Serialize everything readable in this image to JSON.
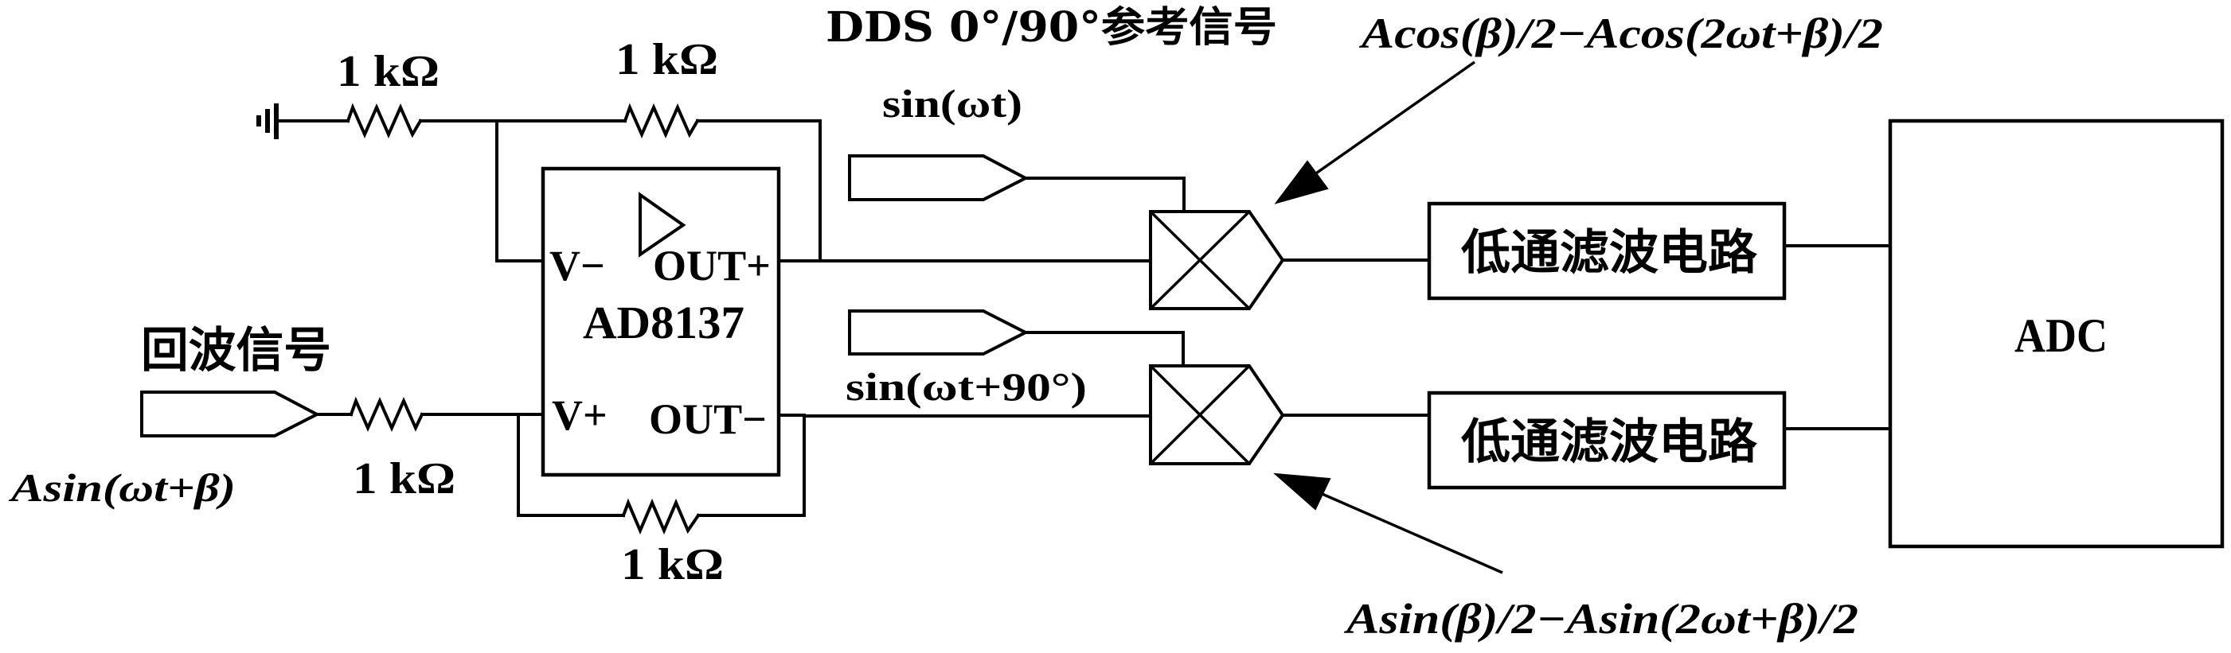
{
  "figure": {
    "type": "circuit-block-diagram",
    "description": "Quadrature demodulation front-end: differential amplifier, two mixers, two low-pass filters, ADC"
  },
  "title": {
    "dds_reference": "DDS 0°/90°参考信号"
  },
  "input": {
    "label": "回波信号",
    "signal": "Asin(ωt+β)"
  },
  "resistors": [
    {
      "id": "r_ground",
      "value": "1 kΩ"
    },
    {
      "id": "r_feedback_top",
      "value": "1 kΩ"
    },
    {
      "id": "r_input",
      "value": "1 kΩ"
    },
    {
      "id": "r_feedback_bottom",
      "value": "1 kΩ"
    }
  ],
  "amplifier": {
    "part": "AD8137",
    "pins": {
      "v_minus": "V−",
      "v_plus": "V+",
      "out_plus": "OUT+",
      "out_minus": "OUT−"
    }
  },
  "references": [
    {
      "id": "ref_0",
      "signal": "sin(ωt)"
    },
    {
      "id": "ref_90",
      "signal": "sin(ωt+90°)"
    }
  ],
  "filters": [
    {
      "id": "lpf_i",
      "label": "低通滤波电路"
    },
    {
      "id": "lpf_q",
      "label": "低通滤波电路"
    }
  ],
  "adc": {
    "label": "ADC"
  },
  "annotations": [
    {
      "id": "mixer_i_output",
      "formula": "Acos(β)/2−Acos(2ωt+β)/2"
    },
    {
      "id": "mixer_q_output",
      "formula": "Asin(β)/2−Asin(2ωt+β)/2"
    }
  ],
  "icons": {
    "ground": "ground-icon",
    "amplifier": "op-amp-triangle-icon",
    "mixer": "multiplier-x-icon",
    "connector": "signal-port-icon",
    "resistor": "resistor-zigzag-icon"
  },
  "colors": {
    "ink": "#000000",
    "background": "#ffffff"
  }
}
